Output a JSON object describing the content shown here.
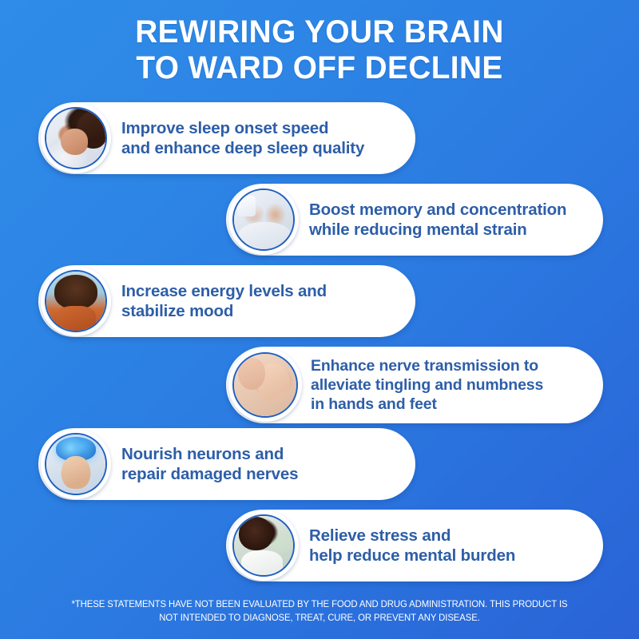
{
  "header": {
    "title_line1": "REWIRING YOUR BRAIN",
    "title_line2": "TO WARD OFF DECLINE",
    "title_color": "#FFFFFF"
  },
  "theme": {
    "background_start": "#2F8CE8",
    "background_end": "#2A63D6",
    "card_background": "#FFFFFF",
    "card_text_color": "#2D5EA8",
    "avatar_ring_color": "#1F5FC0"
  },
  "benefits": [
    {
      "index": 1,
      "align": "left",
      "image": "sleeping-woman-photo",
      "lines": [
        "Improve sleep onset speed",
        "and enhance deep sleep quality"
      ]
    },
    {
      "index": 2,
      "align": "right",
      "image": "senior-couple-reading-photo",
      "lines": [
        "Boost memory and concentration",
        "while reducing mental strain"
      ]
    },
    {
      "index": 3,
      "align": "left",
      "image": "joyful-woman-beach-photo",
      "lines": [
        "Increase energy levels and",
        "stabilize mood"
      ]
    },
    {
      "index": 4,
      "align": "right",
      "image": "foot-massage-photo",
      "lines": [
        "Enhance nerve transmission to",
        "alleviate tingling and numbness",
        "in hands and feet"
      ]
    },
    {
      "index": 5,
      "align": "left",
      "image": "woman-glowing-brain-photo",
      "lines": [
        "Nourish neurons and",
        "repair damaged nerves"
      ]
    },
    {
      "index": 6,
      "align": "right",
      "image": "woman-with-mug-photo",
      "lines": [
        "Relieve stress and",
        "help reduce mental burden"
      ]
    }
  ],
  "footer": {
    "line1": "*THESE STATEMENTS HAVE NOT BEEN EVALUATED BY THE FOOD AND DRUG ADMINISTRATION. THIS PRODUCT IS",
    "line2": "NOT INTENDED TO DIAGNOSE, TREAT, CURE, OR PREVENT ANY DISEASE."
  }
}
